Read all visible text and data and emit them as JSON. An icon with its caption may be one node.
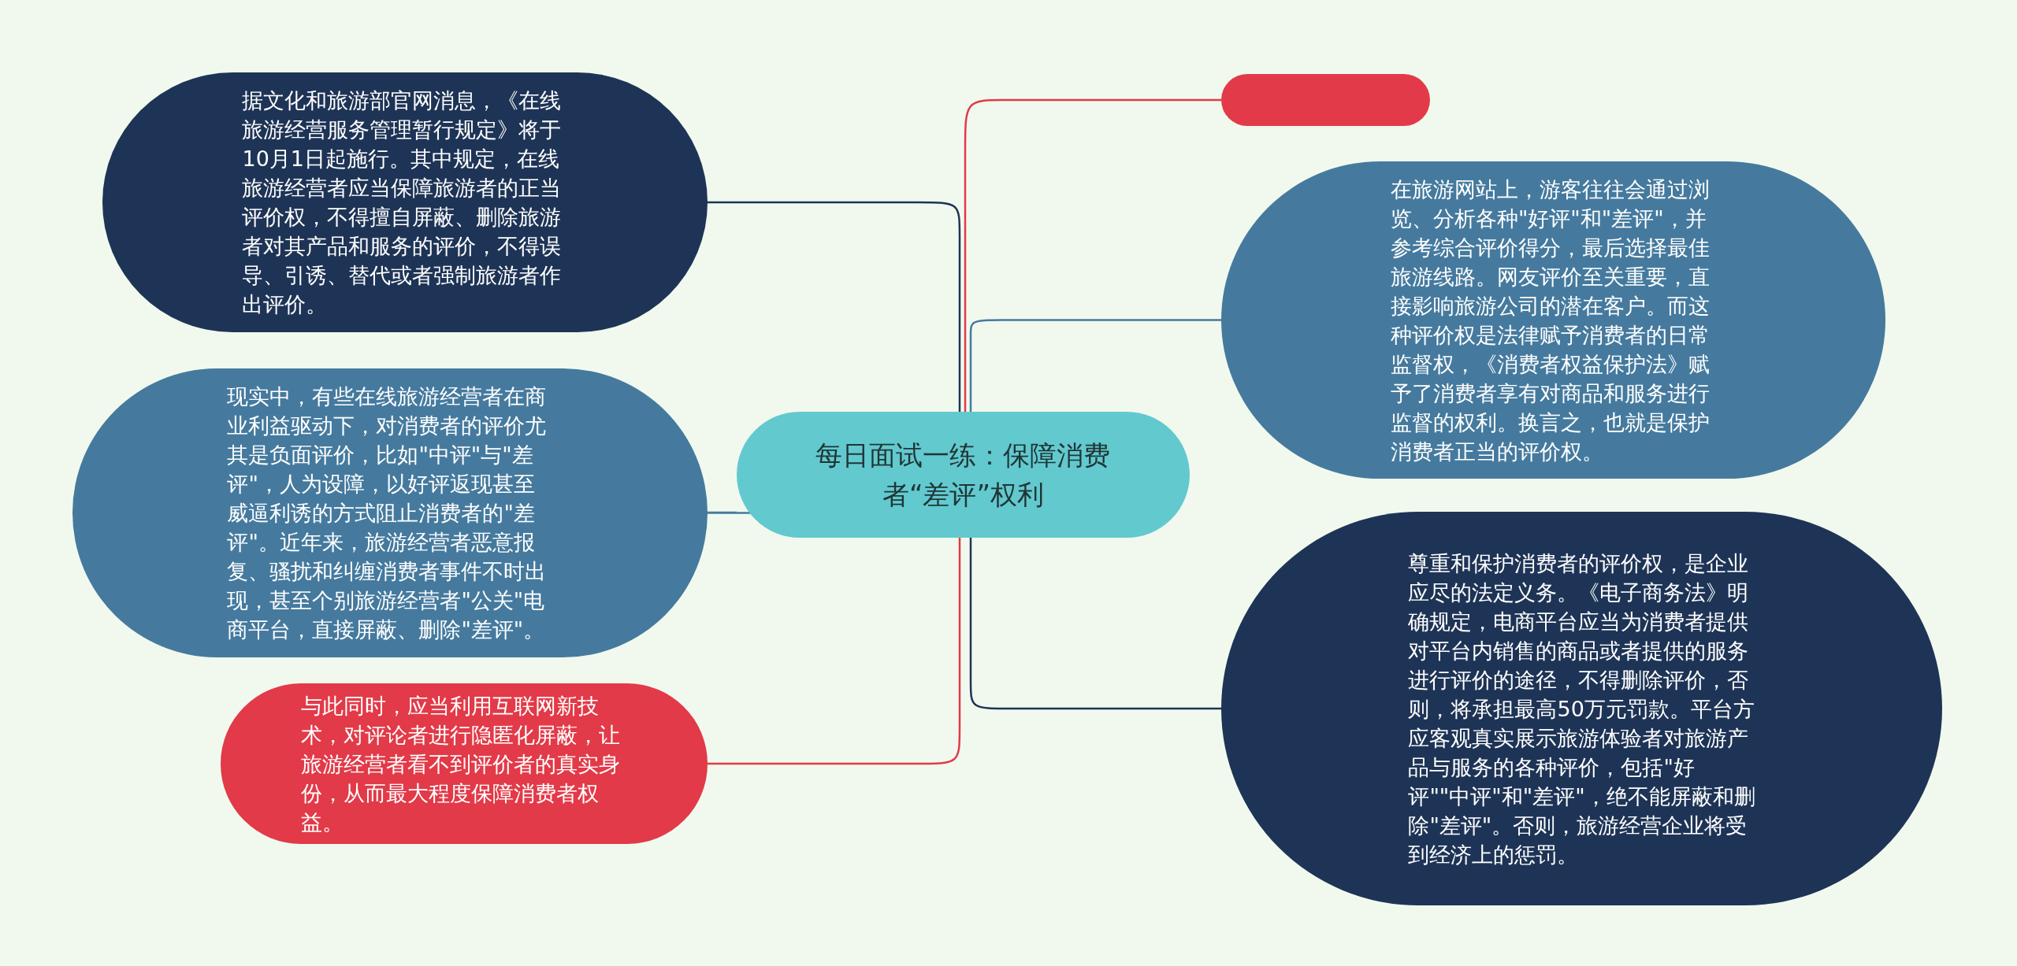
{
  "diagram": {
    "nodes": [
      {
        "text": [
          "每日面试一练：保障消费者“差评”权利"
        ]
      },
      {
        "text": [
          "据文化和旅游部官网消息，《在线旅游经营服务管理暂行规定》将于10月1日起施行。其中规定，在线旅游经营者应当保障旅游者的正当评价权，不得擅自屏蔽、删除旅游者对其产品和服务的评价，不得误导、引诱、替代或者强制旅游者作出评价。"
        ]
      },
      {
        "text": [
          "现实中，有些在线旅游经营者在商业利益驱动下，对消费者的评价尤其是负面评价，比如\"中评\"与\"差评\"，人为设障，以好评返现甚至威逼利诱的方式阻止消费者的\"差评\"。近年来，旅游经营者恶意报复、骚扰和纠缠消费者事件不时出现，甚至个别旅游经营者\"公关\"电商平台，直接屏蔽、删除\"差评\"。"
        ]
      },
      {
        "text": [
          "与此同时，应当利用互联网新技术，对评论者进行隐匿化屏蔽，让旅游经营者看不到评价者的真实身份，从而最大程度保障消费者权益。"
        ]
      },
      {
        "text": [],
        "shape": "box"
      },
      {
        "text": [
          "在旅游网站上，游客往往会通过浏览、分析各种\"好评\"和\"差评\"，并参考综合评价得分，最后选择最佳旅游线路。网友评价至关重要，直接影响旅游公司的潜在客户。而这种评价权是法律赋予消费者的日常监督权，《消费者权益保护法》赋予了消费者享有对商品和服务进行监督的权利。换言之，也就是保护消费者正当的评价权。"
        ]
      },
      {
        "text": [
          "尊重和保护消费者的评价权，是企业应尽的法定义务。《电子商务法》明确规定，电商平台应当为消费者提供对平台内销售的商品或者提供的服务进行评价的途径，不得删除评价，否则，将承担最高50万元罚款。平台方应客观真实展示旅游体验者对旅游产品与服务的各种评价，包括\"好评\"\"中评\"和\"差评\"，绝不能屏蔽和删除\"差评\"。否则，旅游经营企业将受到经济上的惩罚。"
        ]
      }
    ],
    "edges": [
      {
        "from": 0,
        "to": 1,
        "arrow": "none",
        "color": "#1e3456"
      },
      {
        "from": 0,
        "to": 2,
        "arrow": "none",
        "color": "#457a9e"
      },
      {
        "from": 0,
        "to": 3,
        "arrow": "none",
        "color": "#e23a48"
      },
      {
        "from": 0,
        "to": 4,
        "arrow": "none",
        "color": "#e23a48"
      },
      {
        "from": 0,
        "to": 5,
        "arrow": "none",
        "color": "#457a9e"
      },
      {
        "from": 0,
        "to": 6,
        "arrow": "none",
        "color": "#1e3456"
      }
    ]
  }
}
